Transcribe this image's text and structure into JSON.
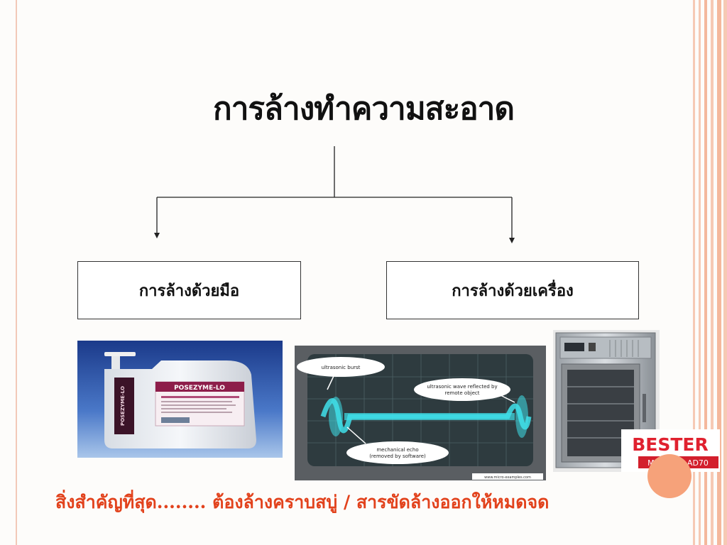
{
  "slide": {
    "title": "การล้างทำความสะอาด",
    "branch_left": "การล้างด้วยมือ",
    "branch_right": "การล้างด้วยเครื่อง",
    "footer_text": "สิ่งสำคัญที่สุด........  ต้องล้างคราบสบู่ / สารขัดล้างออกให้หมดจด"
  },
  "photo_detergent": {
    "brand_label": "POSEZYME-LO",
    "side_label": "POSEZYME-LO"
  },
  "photo_ultrasound": {
    "callout_burst": "ultrasonic burst",
    "callout_reflected_1": "ultrasonic wave reflected by",
    "callout_reflected_2": "remote object",
    "callout_echo_1": "mechanical echo",
    "callout_echo_2": "(removed by software)",
    "credit": "www.micro-examples.com"
  },
  "photo_cabinet": {
    "brand": "BESTER",
    "model": "Model LM-AD70"
  },
  "colors": {
    "footer_text": "#e2421c",
    "stripe": "#f6c3ab",
    "accent_circle": "#f6a27a"
  }
}
